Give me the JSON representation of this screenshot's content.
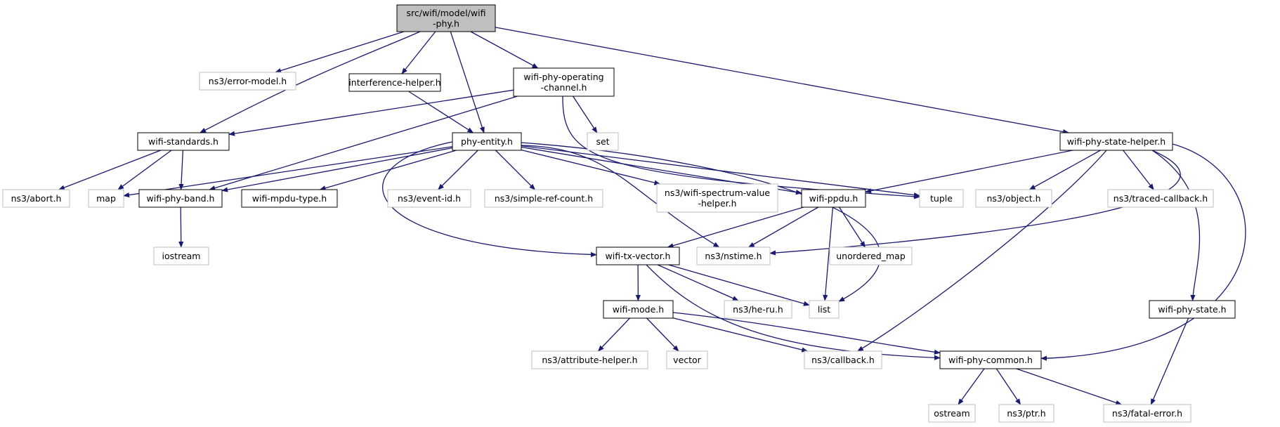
{
  "diagram": {
    "colors": {
      "edge": "#191970",
      "node_border": "#000000",
      "external_border": "#bfbfbf",
      "root_fill": "#bfbfbf"
    },
    "nodes": [
      {
        "id": "root",
        "lines": [
          "src/wifi/model/wifi",
          "-phy.h"
        ],
        "style": "root"
      },
      {
        "id": "errormodel",
        "lines": [
          "ns3/error-model.h"
        ],
        "style": "external"
      },
      {
        "id": "interference",
        "lines": [
          "interference-helper.h"
        ],
        "style": "file"
      },
      {
        "id": "operating",
        "lines": [
          "wifi-phy-operating",
          "-channel.h"
        ],
        "style": "file"
      },
      {
        "id": "statehelper",
        "lines": [
          "wifi-phy-state-helper.h"
        ],
        "style": "file"
      },
      {
        "id": "standards",
        "lines": [
          "wifi-standards.h"
        ],
        "style": "file"
      },
      {
        "id": "phyentity",
        "lines": [
          "phy-entity.h"
        ],
        "style": "file"
      },
      {
        "id": "set",
        "lines": [
          "set"
        ],
        "style": "external"
      },
      {
        "id": "abort",
        "lines": [
          "ns3/abort.h"
        ],
        "style": "external"
      },
      {
        "id": "map",
        "lines": [
          "map"
        ],
        "style": "external"
      },
      {
        "id": "band",
        "lines": [
          "wifi-phy-band.h"
        ],
        "style": "file"
      },
      {
        "id": "mpdutype",
        "lines": [
          "wifi-mpdu-type.h"
        ],
        "style": "file"
      },
      {
        "id": "eventid",
        "lines": [
          "ns3/event-id.h"
        ],
        "style": "external"
      },
      {
        "id": "simpleref",
        "lines": [
          "ns3/simple-ref-count.h"
        ],
        "style": "external"
      },
      {
        "id": "spectrum",
        "lines": [
          "ns3/wifi-spectrum-value",
          "-helper.h"
        ],
        "style": "external"
      },
      {
        "id": "ppdu",
        "lines": [
          "wifi-ppdu.h"
        ],
        "style": "file"
      },
      {
        "id": "tuple",
        "lines": [
          "tuple"
        ],
        "style": "external"
      },
      {
        "id": "object",
        "lines": [
          "ns3/object.h"
        ],
        "style": "external"
      },
      {
        "id": "traced",
        "lines": [
          "ns3/traced-callback.h"
        ],
        "style": "external"
      },
      {
        "id": "iostream",
        "lines": [
          "iostream"
        ],
        "style": "external"
      },
      {
        "id": "txvector",
        "lines": [
          "wifi-tx-vector.h"
        ],
        "style": "file"
      },
      {
        "id": "nstime",
        "lines": [
          "ns3/nstime.h"
        ],
        "style": "external"
      },
      {
        "id": "unordered",
        "lines": [
          "unordered_map"
        ],
        "style": "external"
      },
      {
        "id": "mode",
        "lines": [
          "wifi-mode.h"
        ],
        "style": "file"
      },
      {
        "id": "heru",
        "lines": [
          "ns3/he-ru.h"
        ],
        "style": "external"
      },
      {
        "id": "list",
        "lines": [
          "list"
        ],
        "style": "external"
      },
      {
        "id": "phystate",
        "lines": [
          "wifi-phy-state.h"
        ],
        "style": "file"
      },
      {
        "id": "attrhelper",
        "lines": [
          "ns3/attribute-helper.h"
        ],
        "style": "external"
      },
      {
        "id": "vector",
        "lines": [
          "vector"
        ],
        "style": "external"
      },
      {
        "id": "callback",
        "lines": [
          "ns3/callback.h"
        ],
        "style": "external"
      },
      {
        "id": "common",
        "lines": [
          "wifi-phy-common.h"
        ],
        "style": "file"
      },
      {
        "id": "ostream",
        "lines": [
          "ostream"
        ],
        "style": "external"
      },
      {
        "id": "ptr",
        "lines": [
          "ns3/ptr.h"
        ],
        "style": "external"
      },
      {
        "id": "fatal",
        "lines": [
          "ns3/fatal-error.h"
        ],
        "style": "external"
      }
    ],
    "edges": [
      [
        "root",
        "errormodel"
      ],
      [
        "root",
        "interference"
      ],
      [
        "root",
        "operating"
      ],
      [
        "root",
        "statehelper"
      ],
      [
        "root",
        "standards"
      ],
      [
        "root",
        "phyentity"
      ],
      [
        "interference",
        "phyentity"
      ],
      [
        "operating",
        "standards"
      ],
      [
        "operating",
        "band"
      ],
      [
        "operating",
        "set"
      ],
      [
        "operating",
        "tuple"
      ],
      [
        "standards",
        "abort"
      ],
      [
        "standards",
        "map"
      ],
      [
        "standards",
        "band"
      ],
      [
        "phyentity",
        "map"
      ],
      [
        "phyentity",
        "band"
      ],
      [
        "phyentity",
        "mpdutype"
      ],
      [
        "phyentity",
        "eventid"
      ],
      [
        "phyentity",
        "simpleref"
      ],
      [
        "phyentity",
        "spectrum"
      ],
      [
        "phyentity",
        "ppdu"
      ],
      [
        "phyentity",
        "tuple"
      ],
      [
        "phyentity",
        "txvector"
      ],
      [
        "phyentity",
        "nstime"
      ],
      [
        "phyentity",
        "list"
      ],
      [
        "statehelper",
        "ppdu"
      ],
      [
        "statehelper",
        "object"
      ],
      [
        "statehelper",
        "traced"
      ],
      [
        "statehelper",
        "nstime"
      ],
      [
        "statehelper",
        "callback"
      ],
      [
        "statehelper",
        "phystate"
      ],
      [
        "statehelper",
        "common"
      ],
      [
        "band",
        "iostream"
      ],
      [
        "ppdu",
        "txvector"
      ],
      [
        "ppdu",
        "nstime"
      ],
      [
        "ppdu",
        "unordered"
      ],
      [
        "ppdu",
        "list"
      ],
      [
        "txvector",
        "mode"
      ],
      [
        "txvector",
        "heru"
      ],
      [
        "txvector",
        "list"
      ],
      [
        "txvector",
        "common"
      ],
      [
        "mode",
        "attrhelper"
      ],
      [
        "mode",
        "vector"
      ],
      [
        "mode",
        "callback"
      ],
      [
        "mode",
        "common"
      ],
      [
        "phystate",
        "fatal"
      ],
      [
        "common",
        "ostream"
      ],
      [
        "common",
        "ptr"
      ],
      [
        "common",
        "fatal"
      ]
    ]
  }
}
